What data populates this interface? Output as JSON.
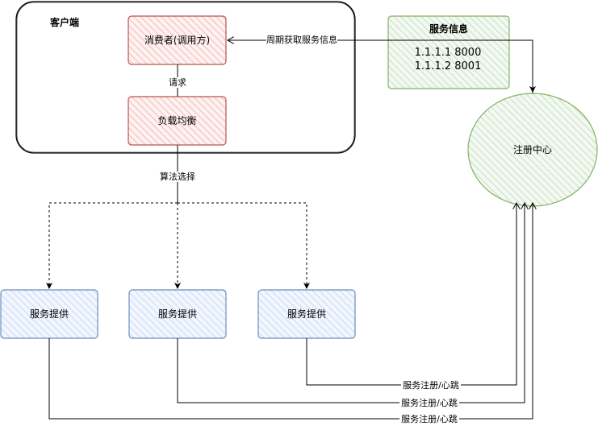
{
  "client": {
    "title": "客户端"
  },
  "consumer": {
    "label": "消费者(调用方)"
  },
  "load_balancer": {
    "label": "负载均衡"
  },
  "service_info": {
    "title": "服务信息",
    "entries": [
      "1.1.1.1  8000",
      "1.1.1.2  8001"
    ]
  },
  "registry": {
    "label": "注册中心"
  },
  "providers": [
    {
      "label": "服务提供"
    },
    {
      "label": "服务提供"
    },
    {
      "label": "服务提供"
    }
  ],
  "edges": {
    "request": "请求",
    "algorithm": "算法选择",
    "poll": "周期获取服务信息",
    "register": [
      "服务注册/心跳",
      "服务注册/心跳",
      "服务注册/心跳"
    ]
  },
  "colors": {
    "red_fill": "#f8cecc",
    "red_stroke": "#b85450",
    "green_fill": "#d5e8d4",
    "green_stroke": "#82b366",
    "blue_fill": "#dae8fc",
    "blue_stroke": "#6c8ebf"
  }
}
